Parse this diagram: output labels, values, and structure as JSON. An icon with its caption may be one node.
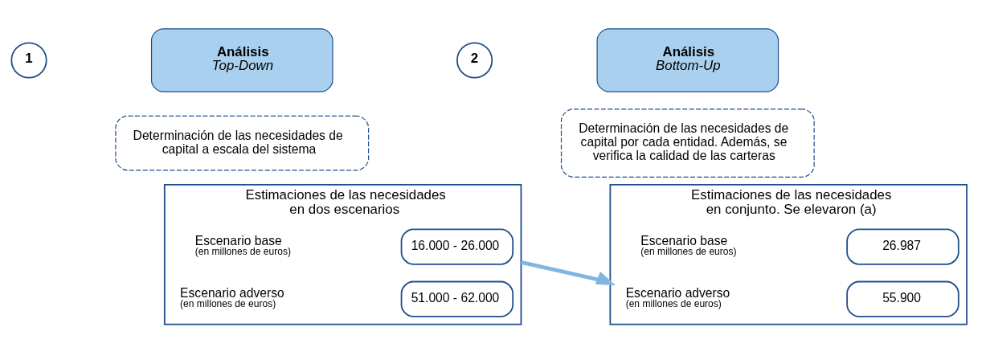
{
  "diagram": {
    "nodes": [
      {
        "text": [
          "1"
        ]
      },
      {
        "text": [
          "Análisis",
          "Top-Down"
        ]
      },
      {
        "text": [
          "Determinación de las necesidades de capital a escala del sistema"
        ]
      },
      {
        "text": [
          "Estimaciones de las necesidades en dos escenarios"
        ]
      },
      {
        "text": [
          "16.000 - 26.000"
        ],
        "in": 3,
        "beside": [
          "Escenario base",
          "(en millones de euros)"
        ]
      },
      {
        "text": [
          "51.000 - 62.000"
        ],
        "in": 3,
        "beside": [
          "Escenario adverso",
          "(en millones de euros)"
        ]
      },
      {
        "text": [
          "2"
        ]
      },
      {
        "text": [
          "Análisis",
          "Bottom-Up"
        ]
      },
      {
        "text": [
          "Determinación de las necesidades de capital por cada entidad. Además, se verifica la calidad de las carteras"
        ]
      },
      {
        "text": [
          "Estimaciones de las necesidades en conjunto. Se elevaron (a)"
        ]
      },
      {
        "text": [
          "26.987"
        ],
        "in": 9,
        "beside": [
          "Escenario base",
          "(en millones de euros)"
        ]
      },
      {
        "text": [
          "55.900"
        ],
        "in": 9,
        "beside": [
          "Escenario adverso",
          "(en millones de euros)"
        ]
      }
    ],
    "edges": [
      {
        "from": 3,
        "to": 9,
        "arrow": "to"
      }
    ]
  }
}
